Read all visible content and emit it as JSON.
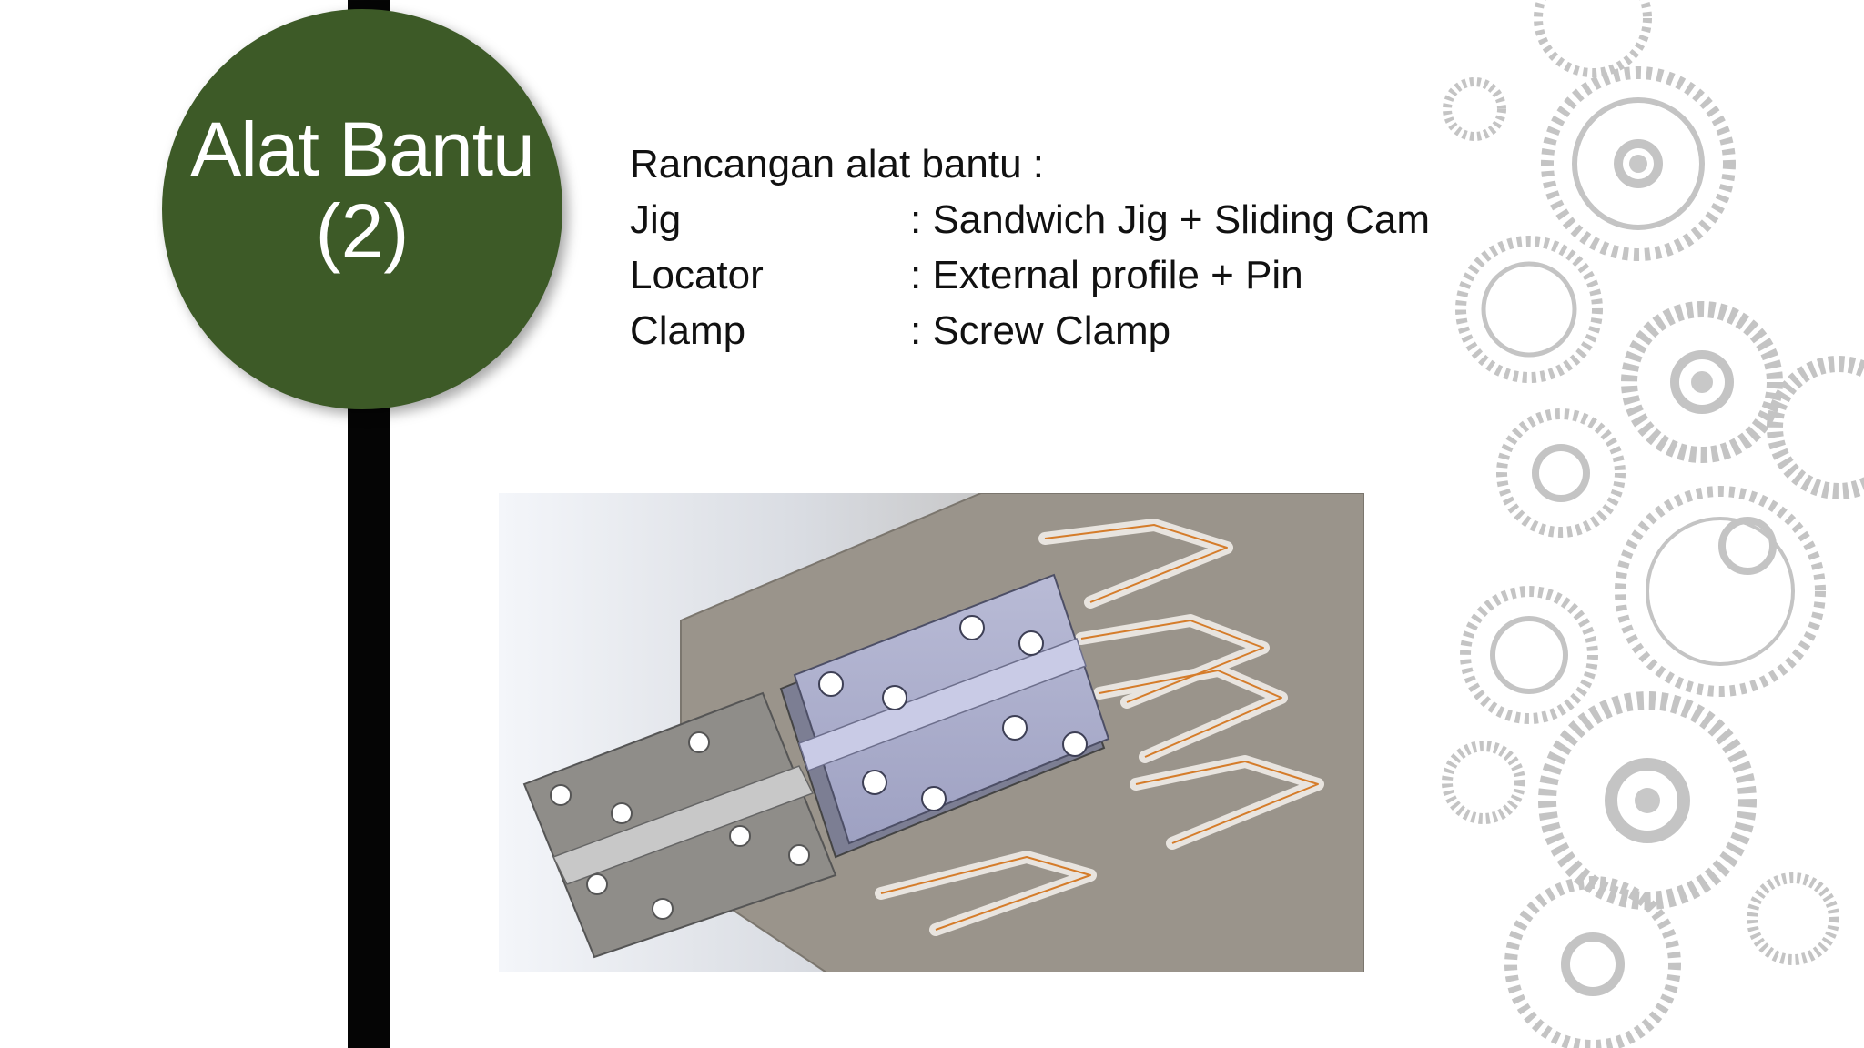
{
  "slide": {
    "title_line1": "Alat Bantu",
    "title_line2": "(2)",
    "accent_color": "#3d5a27"
  },
  "content": {
    "heading": "Rancangan alat bantu :",
    "rows": [
      {
        "label": "Jig",
        "value": ": Sandwich Jig + Sliding Cam"
      },
      {
        "label": "Locator",
        "value": ": External profile + Pin"
      },
      {
        "label": "Clamp",
        "value": ": Screw Clamp"
      }
    ]
  },
  "figure": {
    "name": "cad-render-jig-assembly"
  },
  "decoration": {
    "name": "gears-background"
  }
}
